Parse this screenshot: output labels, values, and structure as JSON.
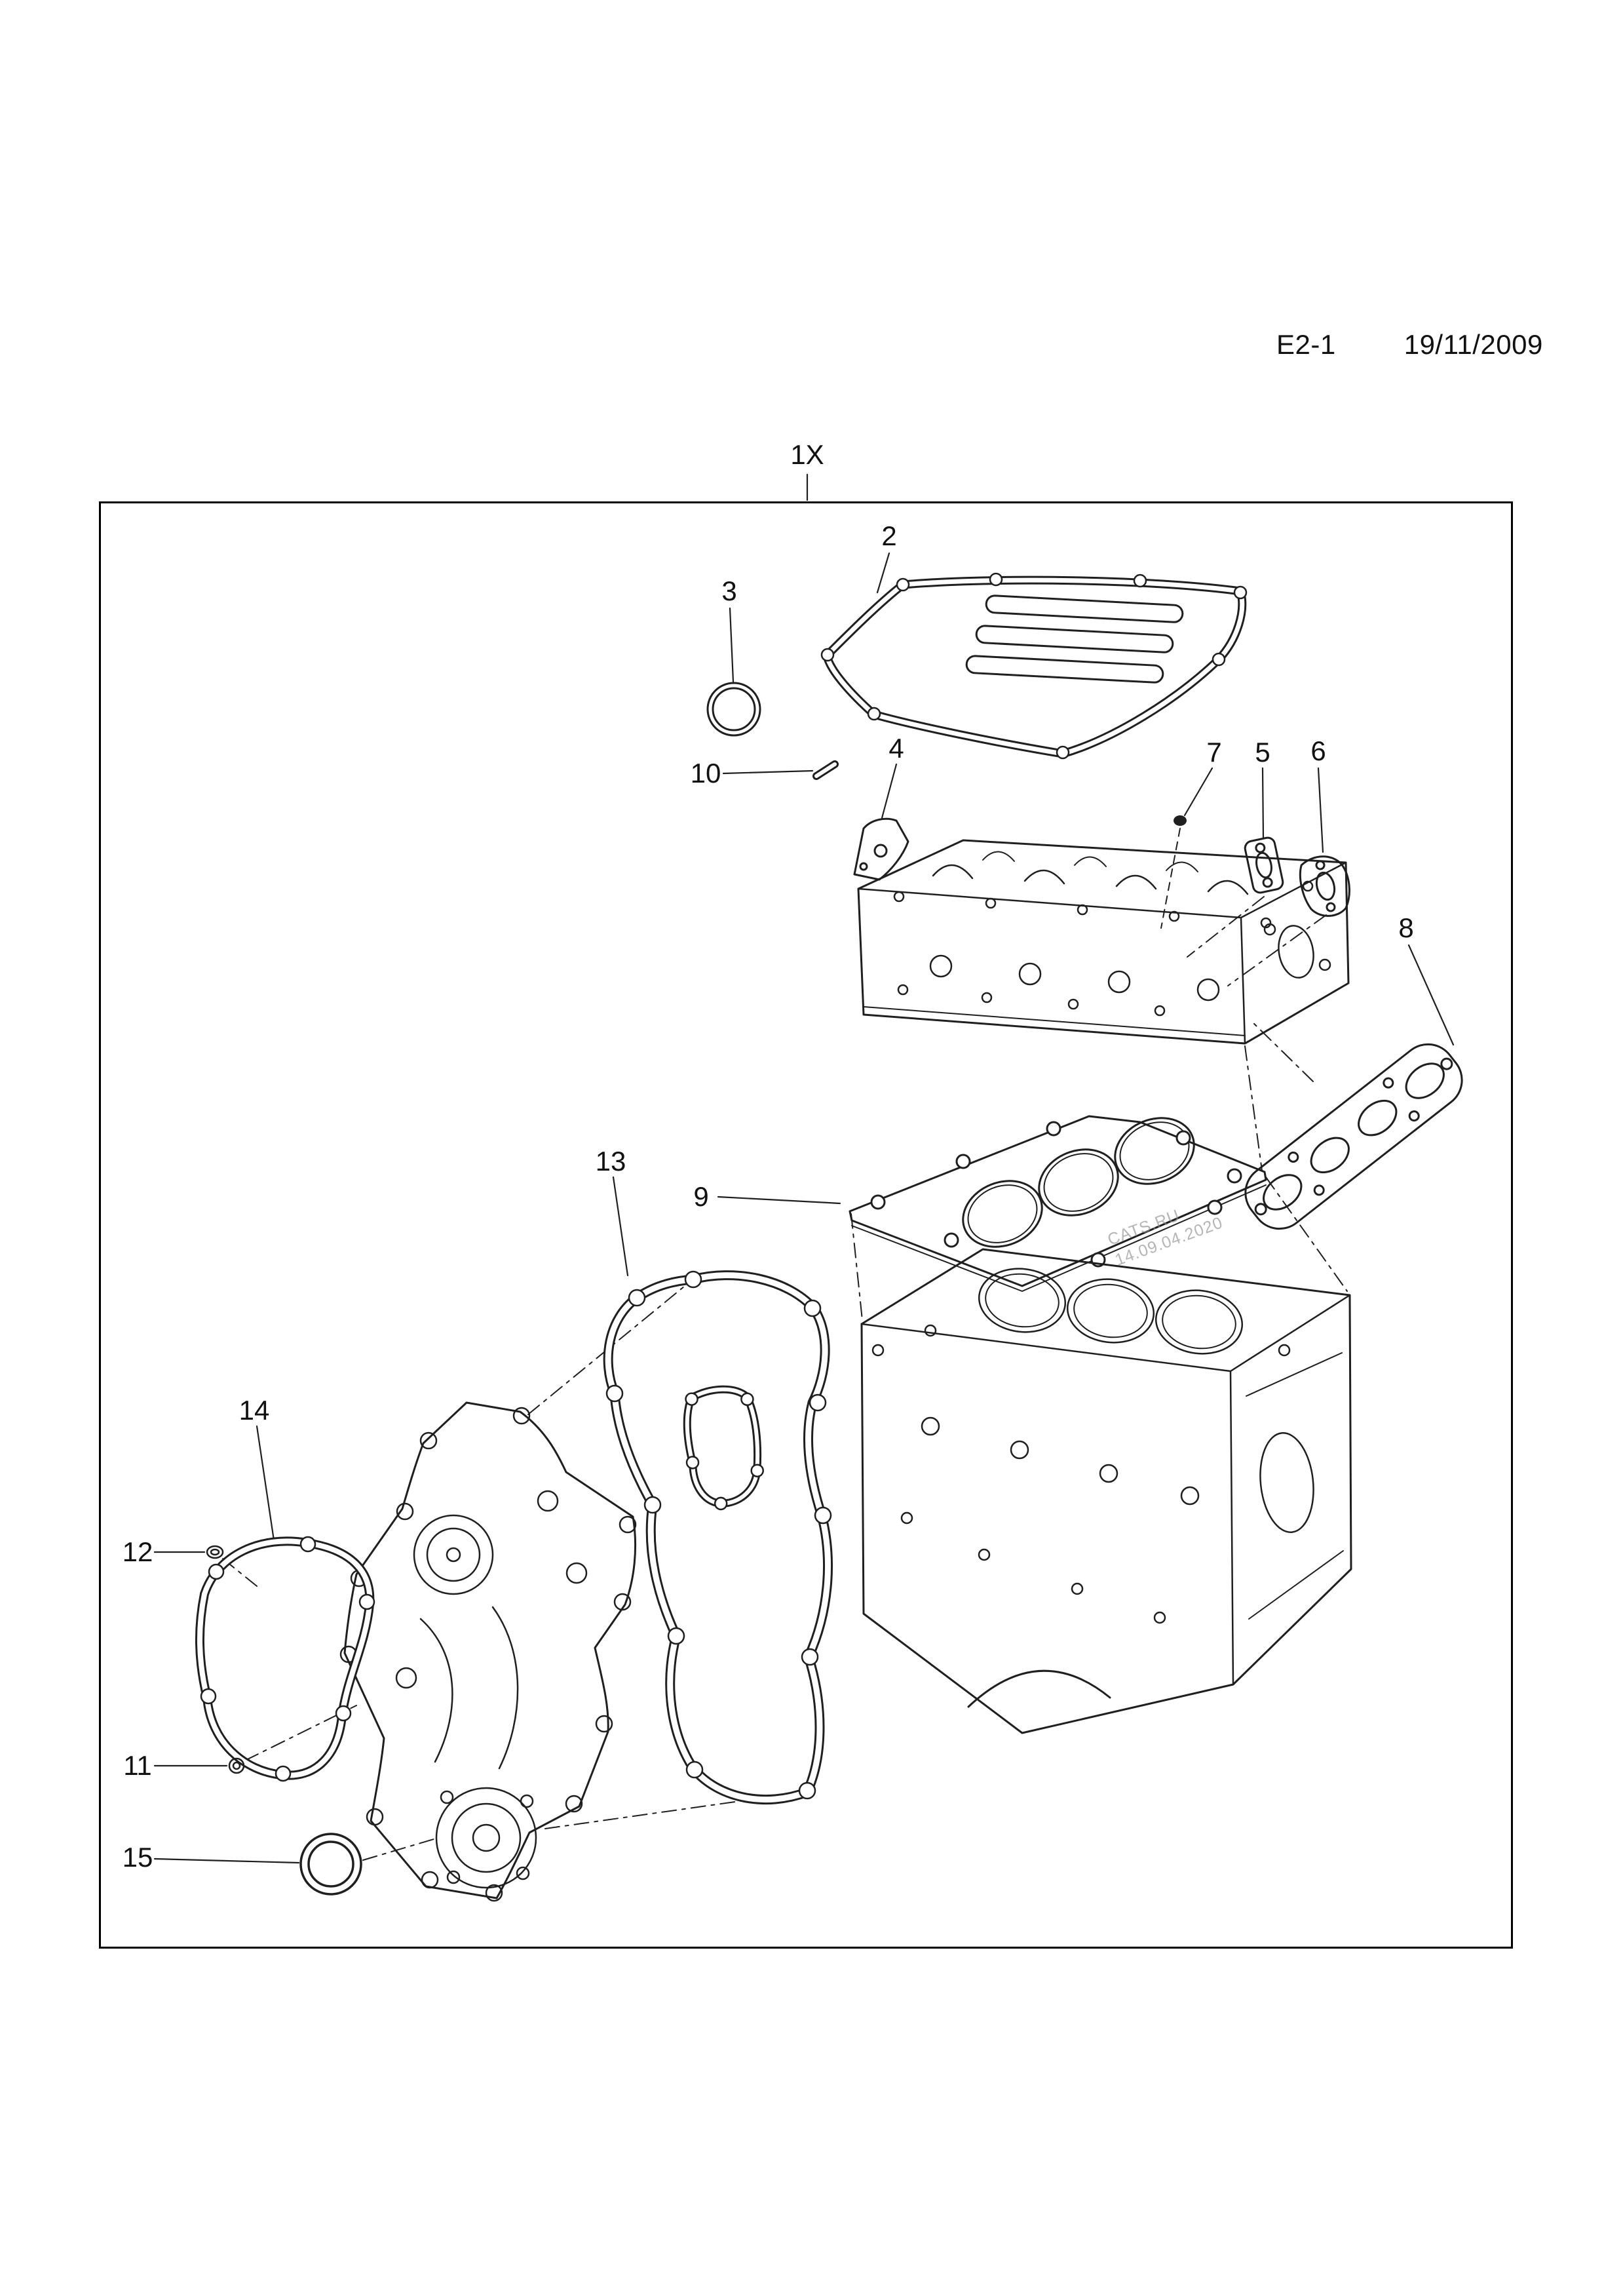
{
  "header": {
    "page_code": "E2-1",
    "date": "19/11/2009"
  },
  "diagram": {
    "kit_label": "1X",
    "watermark_line1": "CATS.RU",
    "watermark_line2": "14.09.04.2020",
    "parts": [
      {
        "label": "2"
      },
      {
        "label": "3"
      },
      {
        "label": "4"
      },
      {
        "label": "5"
      },
      {
        "label": "6"
      },
      {
        "label": "7"
      },
      {
        "label": "8"
      },
      {
        "label": "9"
      },
      {
        "label": "10"
      },
      {
        "label": "11"
      },
      {
        "label": "12"
      },
      {
        "label": "13"
      },
      {
        "label": "14"
      },
      {
        "label": "15"
      }
    ]
  }
}
